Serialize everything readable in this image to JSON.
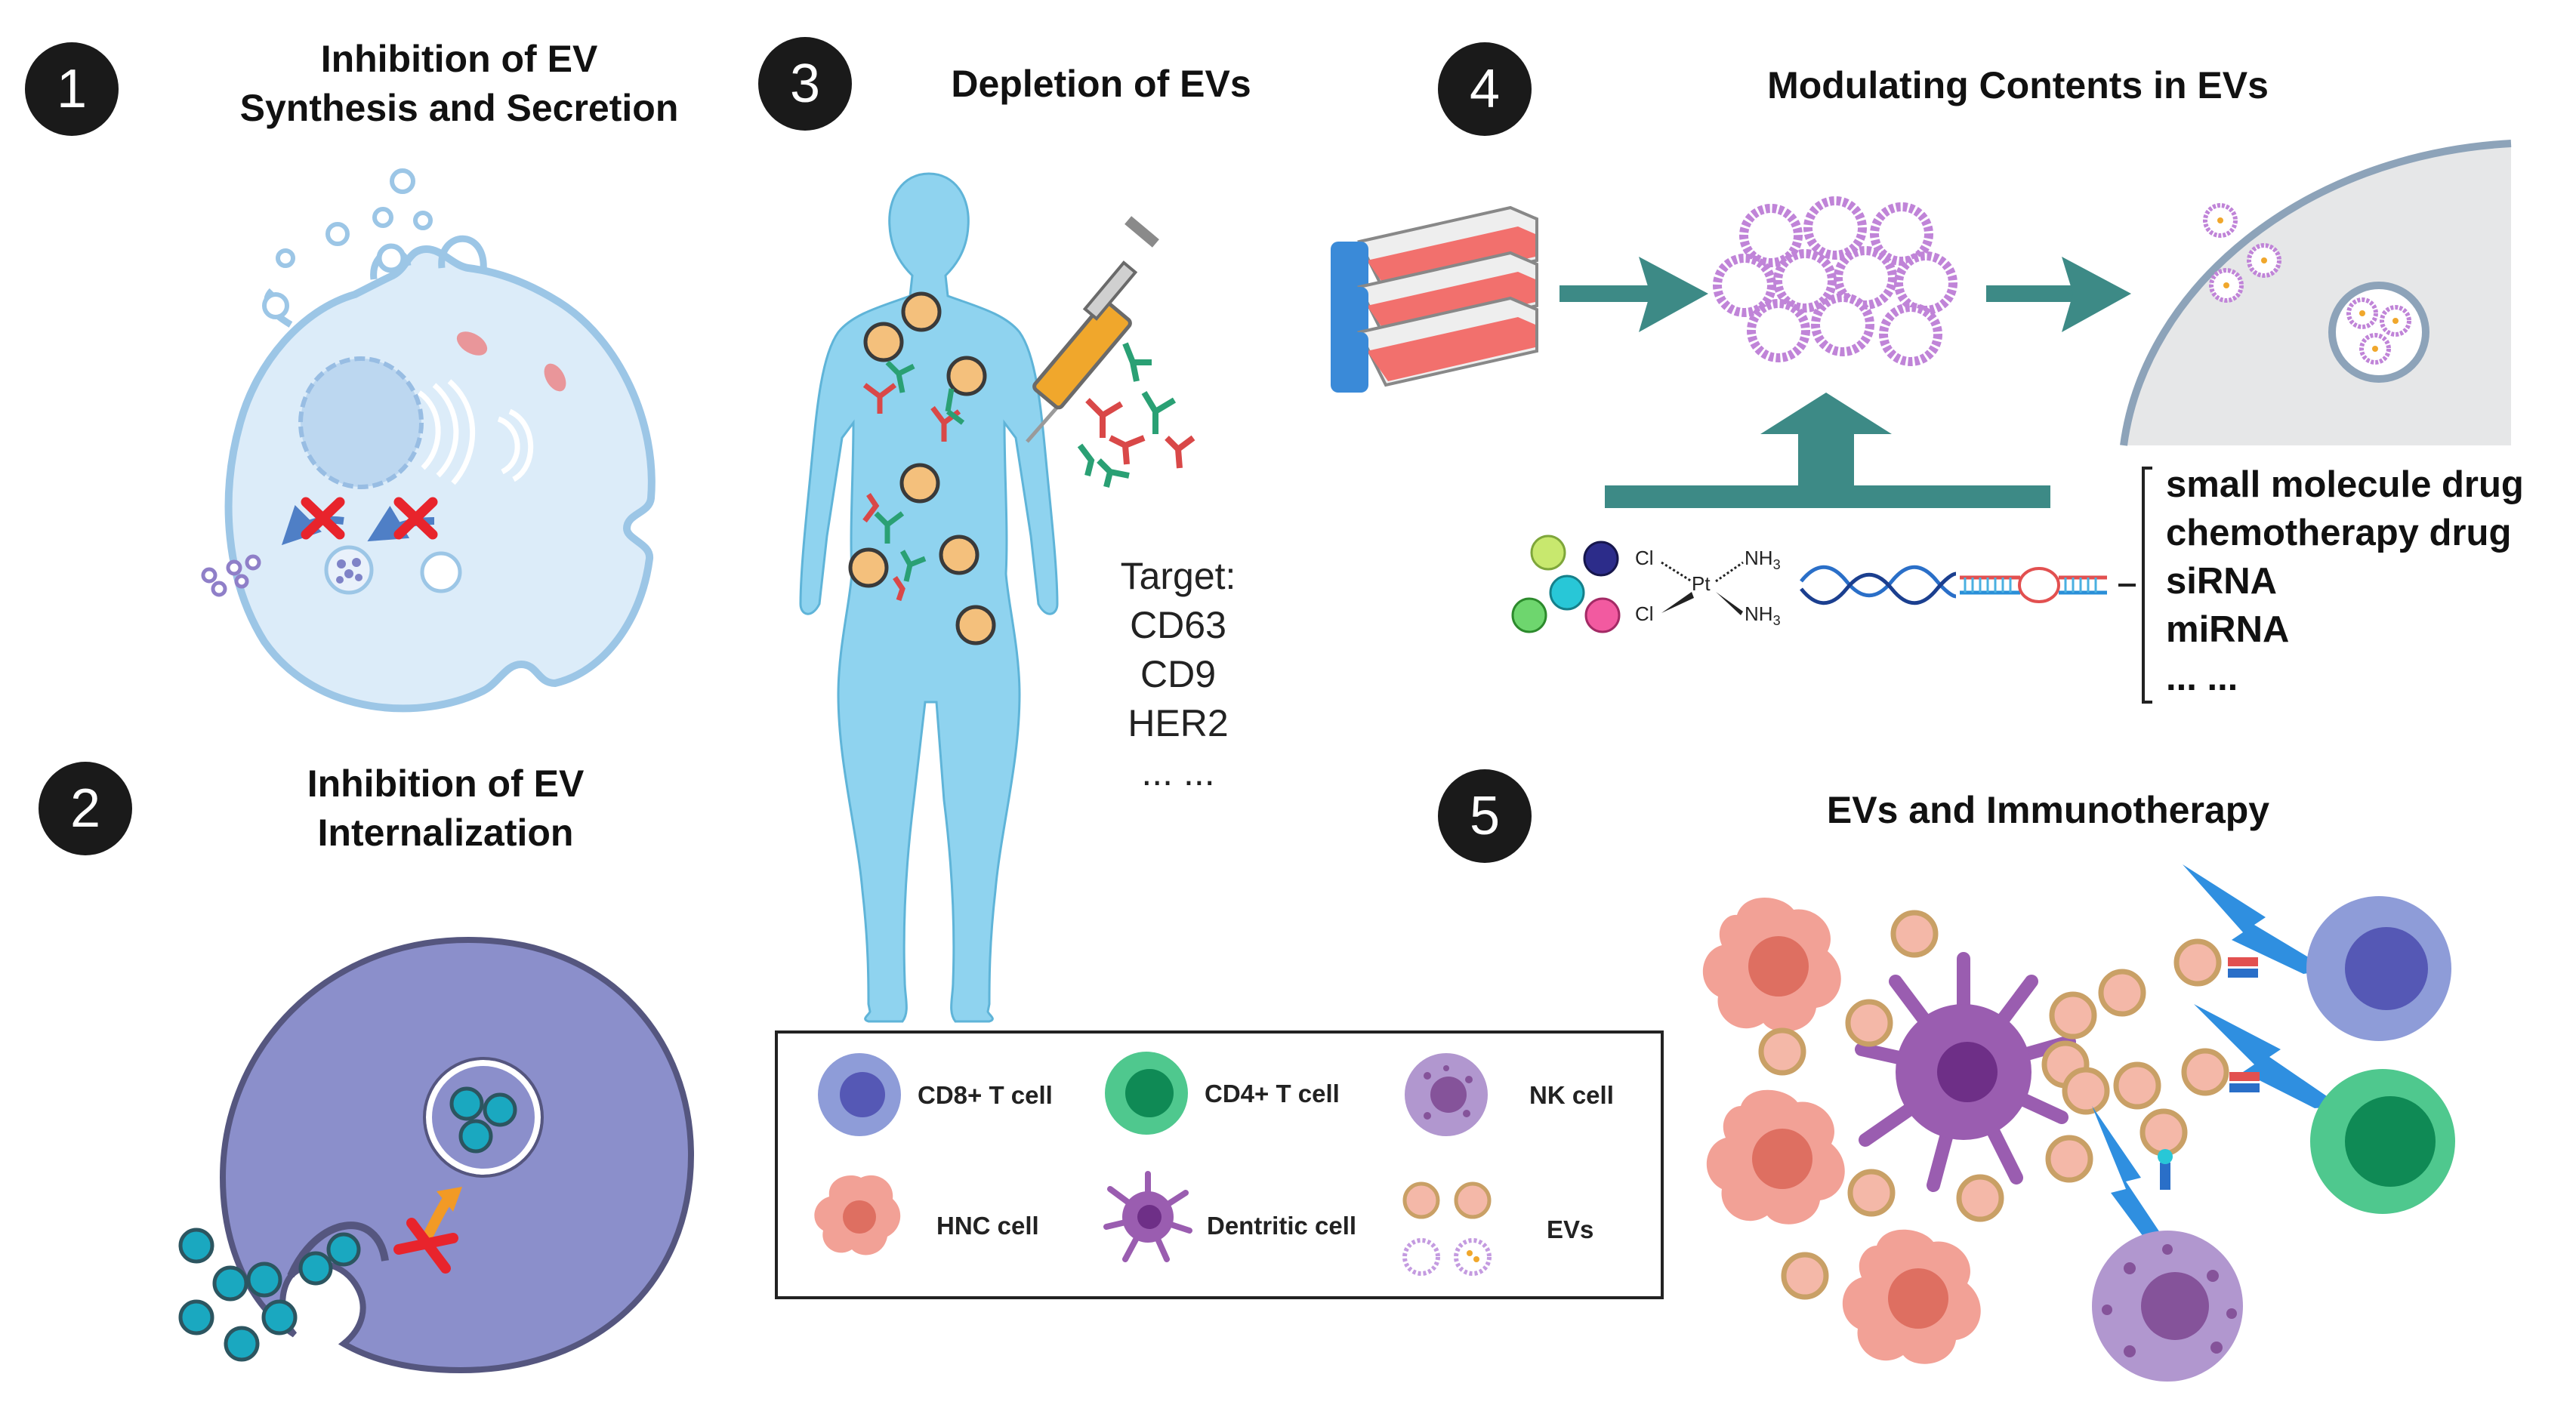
{
  "panels": [
    {
      "number": "1",
      "title_lines": [
        "Inhibition of EV",
        "Synthesis and Secretion"
      ]
    },
    {
      "number": "2",
      "title_lines": [
        "Inhibition of EV",
        "Internalization"
      ]
    },
    {
      "number": "3",
      "title_lines": [
        "Depletion of EVs"
      ]
    },
    {
      "number": "4",
      "title_lines": [
        "Modulating Contents in EVs"
      ]
    },
    {
      "number": "5",
      "title_lines": [
        "EVs and Immunotherapy"
      ]
    }
  ],
  "targets": {
    "heading": "Target:",
    "items": [
      "CD63",
      "CD9",
      "HER2",
      "... ..."
    ]
  },
  "cargo_list": [
    "small molecule drug",
    "chemotherapy drug",
    "siRNA",
    "miRNA",
    "... ..."
  ],
  "cisplatin": {
    "cl": "Cl",
    "nh3": "NH",
    "sub": "3",
    "pt": "Pt"
  },
  "legend": [
    {
      "label": "CD8+ T cell"
    },
    {
      "label": "CD4+ T cell"
    },
    {
      "label": "NK cell"
    },
    {
      "label": "HNC cell"
    },
    {
      "label": "Dentritic cell"
    },
    {
      "label": "EVs"
    }
  ],
  "colors": {
    "badge": "#1a1a1a",
    "arrow_teal": "#3d8a86",
    "body_blue": "#8fd3ef",
    "cell_blue": "#dcecf9",
    "cell_purple": "#8b8fcb",
    "ev_teal": "#1aa8c0",
    "hnc_pink": "#f2a196",
    "dc_purple": "#9a5db0",
    "cd8_blue": "#8e9cd8",
    "cd4_green": "#4fc88e",
    "nk_purple": "#b197cf",
    "lightning": "#2f8fe0",
    "red_x": "#e8242c"
  }
}
